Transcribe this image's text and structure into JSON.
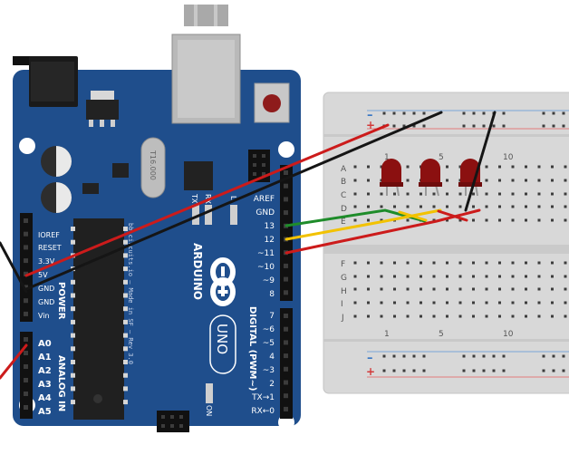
{
  "board": {
    "power_pins": [
      "IOREF",
      "RESET",
      "3.3V",
      "5V",
      "GND",
      "GND",
      "Vin"
    ],
    "power_label": "POWER",
    "analog_pins": [
      "A0",
      "A1",
      "A2",
      "A3",
      "A4",
      "A5"
    ],
    "analog_label": "ANALOG IN",
    "digital_pins": [
      "AREF",
      "GND",
      "13",
      "12",
      "~11",
      "~10",
      "~9",
      "8",
      "7",
      "~6",
      "~5",
      "4",
      "~3",
      "2",
      "TX→1",
      "RX←0"
    ],
    "digital_label": "DIGITAL (PWM~)",
    "brand": "ARDUINO",
    "model": "UNO",
    "on_label": "ON",
    "tx_label": "TX",
    "rx_label": "RX",
    "l_label": "L",
    "crystal_label": "T16.000",
    "credit": "bb.circuits.io – Made in SF – Rev 3.0"
  },
  "breadboard": {
    "rows_top": [
      "A",
      "B",
      "C",
      "D",
      "E"
    ],
    "rows_bottom": [
      "F",
      "G",
      "H",
      "I",
      "J"
    ],
    "column_numbers": [
      "1",
      "5",
      "10"
    ],
    "rail_minus": "–",
    "rail_plus": "+"
  },
  "colors": {
    "board": "#1f4e8c",
    "board_dark": "#173a6a",
    "breadboard": "#d6d6d6",
    "led": "#8b1010",
    "wire_red": "#cc1b1b",
    "wire_black": "#151515",
    "wire_green": "#1e8c2a",
    "wire_yellow": "#f2c200"
  }
}
